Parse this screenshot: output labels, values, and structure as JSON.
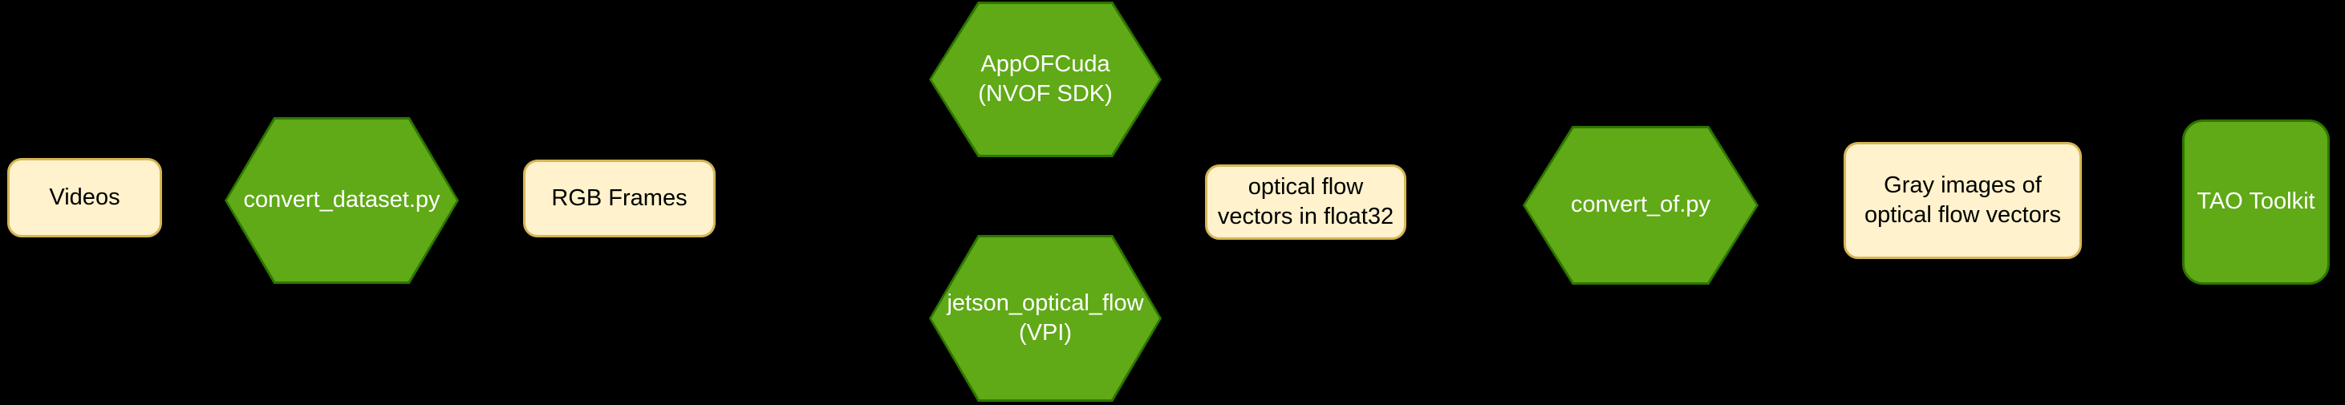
{
  "diagram": {
    "background": "#000000",
    "colors": {
      "process_fill": "#60a917",
      "process_stroke": "#2d7600",
      "process_text": "#ffffff",
      "data_fill": "#fff2cc",
      "data_stroke": "#d6b656",
      "data_text": "#000000"
    },
    "nodes": [
      {
        "id": "videos",
        "shape": "rounded-rect",
        "label": "Videos"
      },
      {
        "id": "convert-dataset-py",
        "shape": "hexagon",
        "label": "convert_dataset.py"
      },
      {
        "id": "rgb-frames",
        "shape": "rounded-rect",
        "label": "RGB Frames"
      },
      {
        "id": "app-of-cuda",
        "shape": "hexagon",
        "label": "AppOFCuda\n(NVOF SDK)"
      },
      {
        "id": "jetson-optical-flow",
        "shape": "hexagon",
        "label": "jetson_optical_flow\n(VPI)"
      },
      {
        "id": "optical-flow-vectors",
        "shape": "rounded-rect",
        "label": "optical flow\nvectors in float32"
      },
      {
        "id": "convert-of-py",
        "shape": "hexagon",
        "label": "convert_of.py"
      },
      {
        "id": "gray-images",
        "shape": "rounded-rect",
        "label": "Gray images of\noptical flow vectors"
      },
      {
        "id": "tao-toolkit",
        "shape": "rounded-rect-green",
        "label": "TAO Toolkit"
      }
    ]
  }
}
